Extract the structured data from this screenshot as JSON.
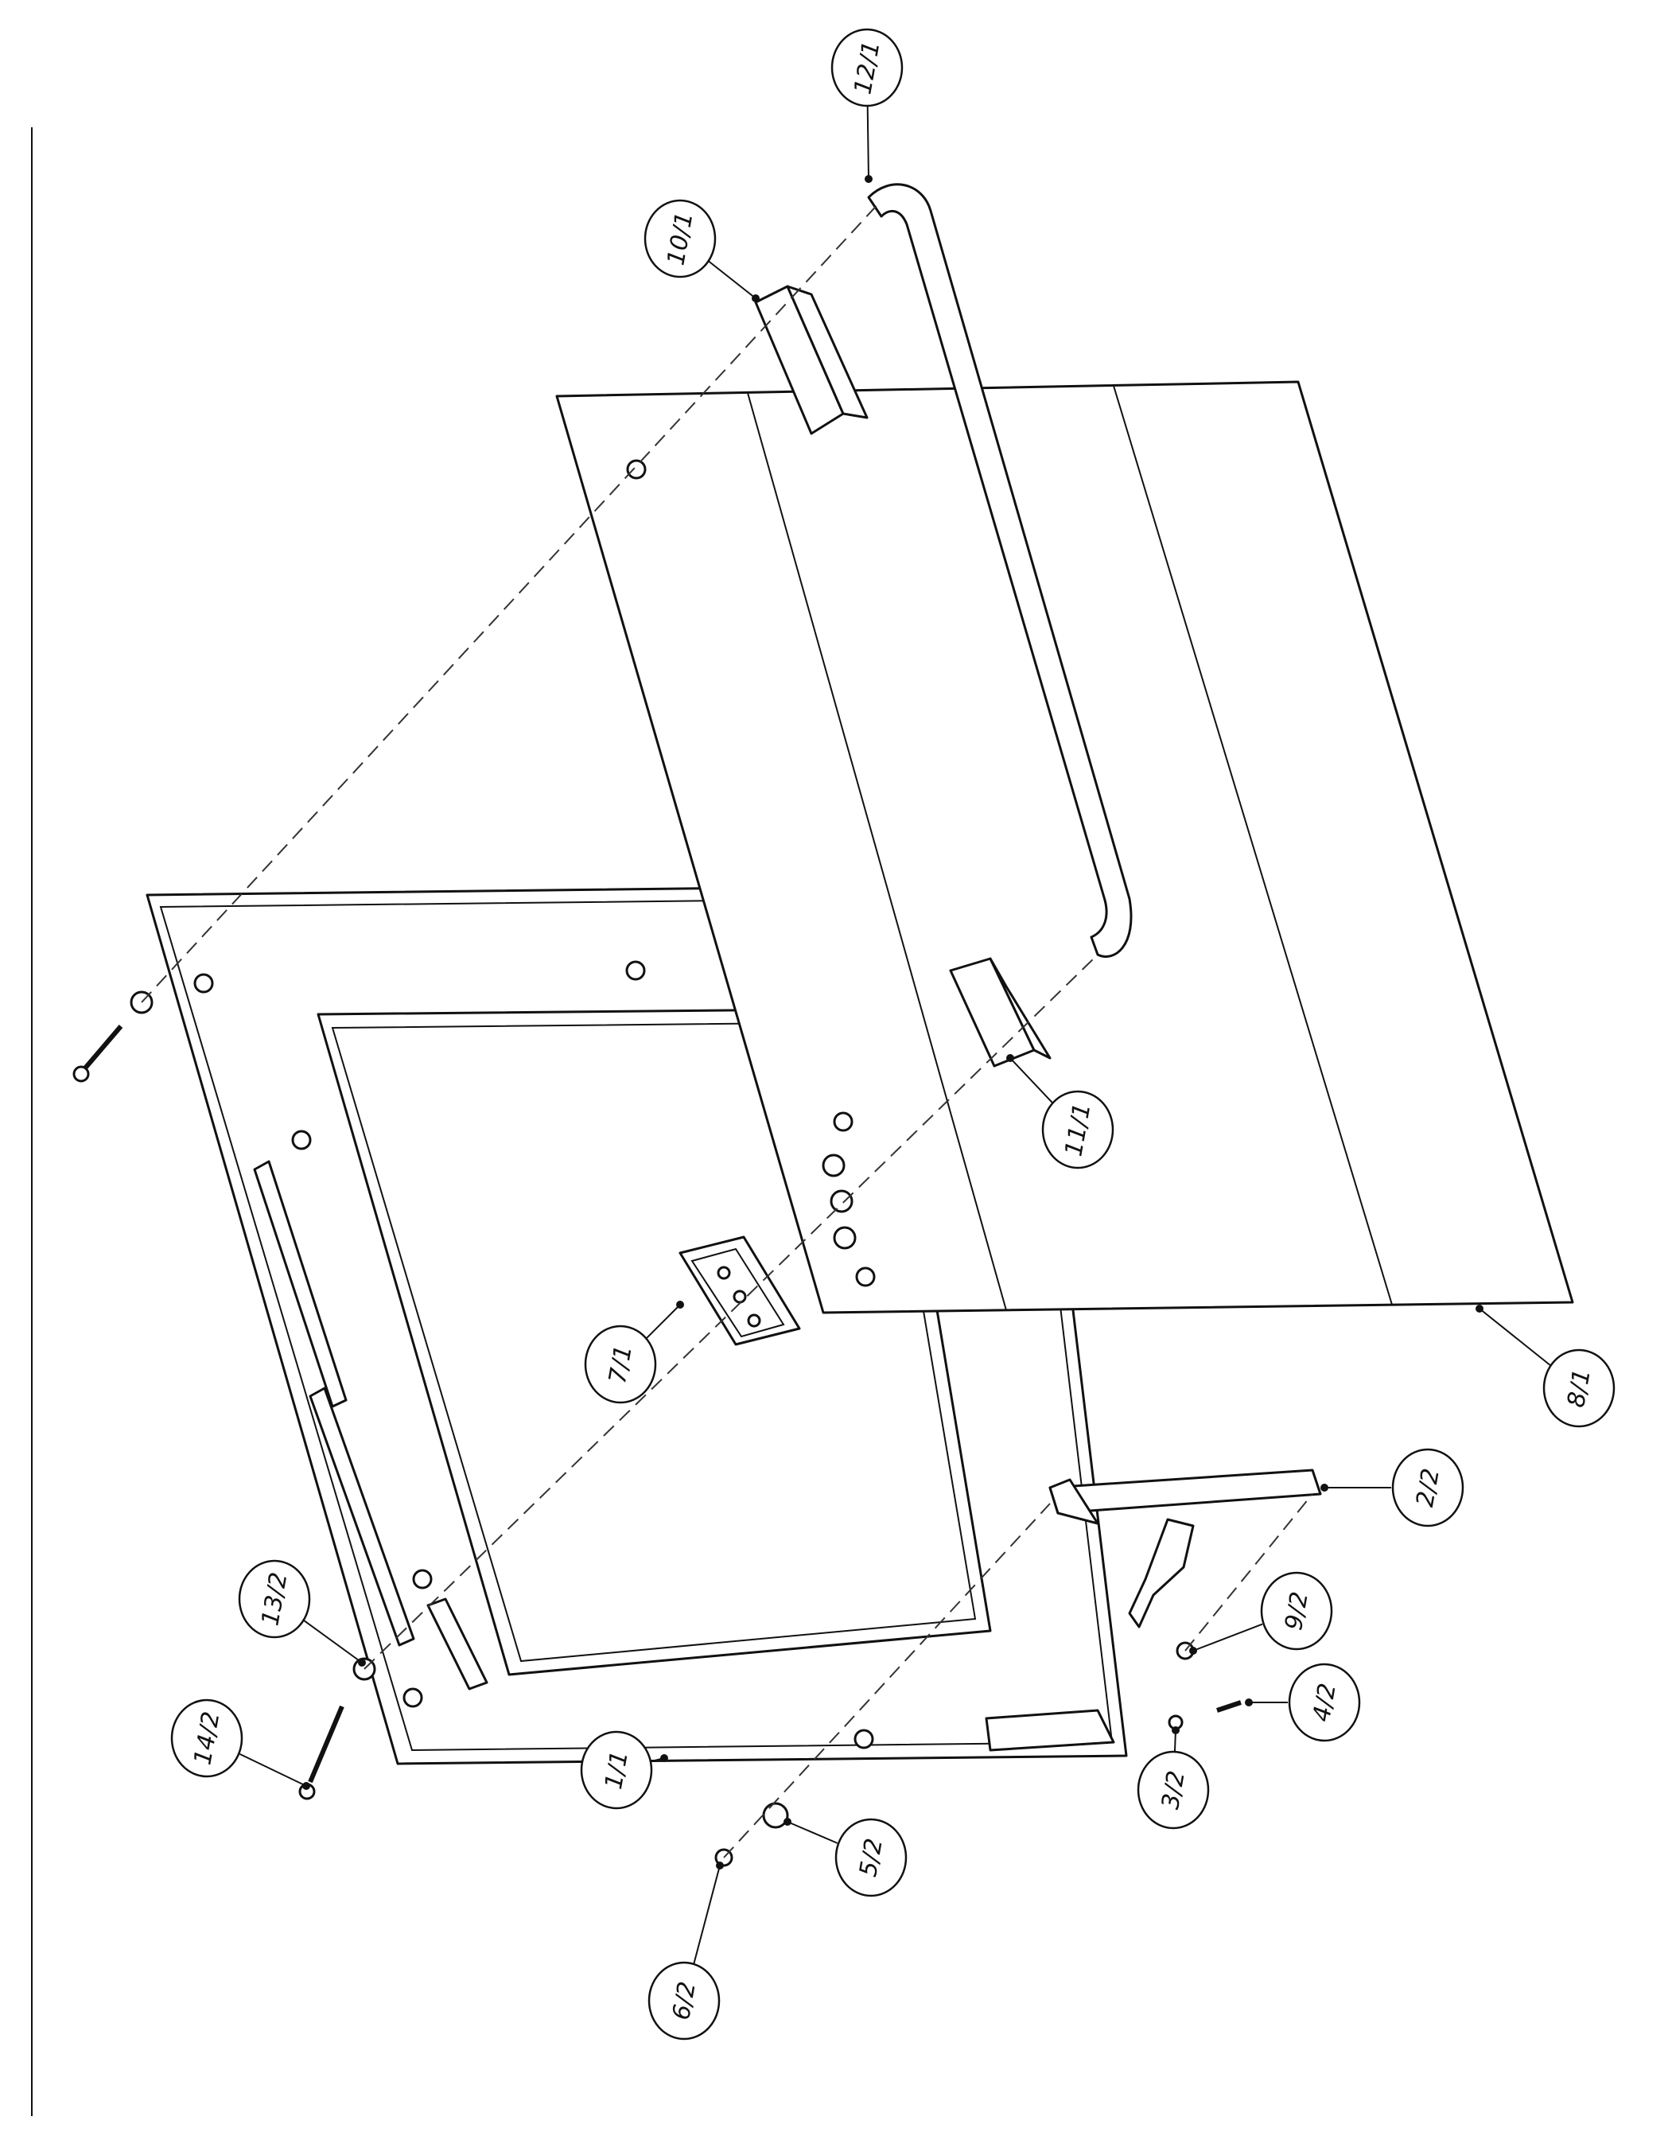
{
  "labels": [
    {
      "id": "1-1",
      "text": "1/1"
    },
    {
      "id": "2-2",
      "text": "2/2"
    },
    {
      "id": "3-2",
      "text": "3/2"
    },
    {
      "id": "4-2",
      "text": "4/2"
    },
    {
      "id": "5-2",
      "text": "5/2"
    },
    {
      "id": "6-2",
      "text": "6/2"
    },
    {
      "id": "7-1",
      "text": "7/1"
    },
    {
      "id": "8-1",
      "text": "8/1"
    },
    {
      "id": "9-2",
      "text": "9/2"
    },
    {
      "id": "10-1",
      "text": "10/1"
    },
    {
      "id": "11-1",
      "text": "11/1"
    },
    {
      "id": "12-1",
      "text": "12/1"
    },
    {
      "id": "13-2",
      "text": "13/2"
    },
    {
      "id": "14-2",
      "text": "14/2"
    }
  ],
  "colors": {
    "ink": "#111111",
    "paper": "#ffffff"
  }
}
